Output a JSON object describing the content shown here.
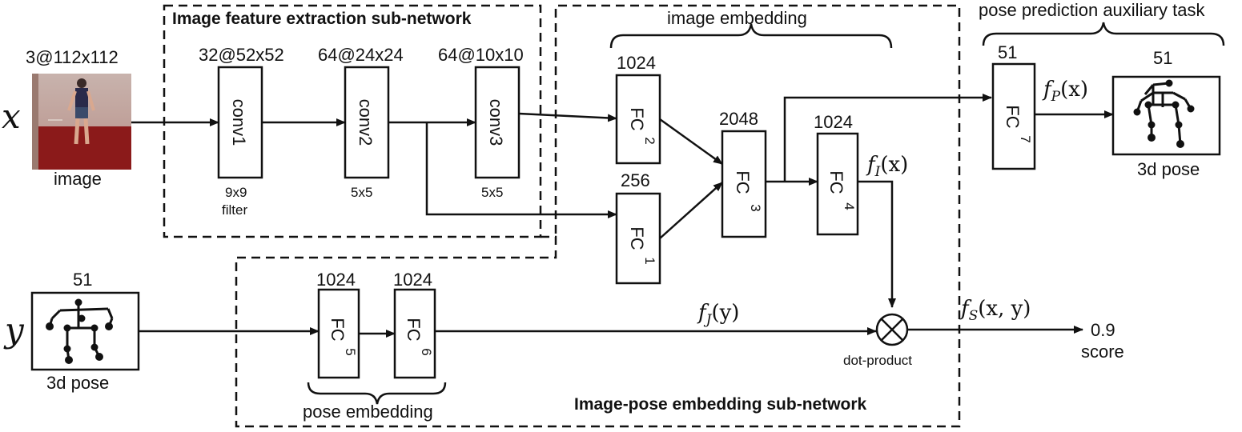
{
  "input": {
    "x_symbol": "x",
    "y_symbol": "y",
    "image_dims": "3@112x112",
    "image_caption": "image",
    "pose_dims": "51",
    "pose_caption": "3d pose"
  },
  "feature_net": {
    "title": "Image feature extraction sub-network",
    "layers": [
      {
        "dims": "32@52x52",
        "name": "conv1",
        "filter": "9x9",
        "filter_extra": "filter"
      },
      {
        "dims": "64@24x24",
        "name": "conv2",
        "filter": "5x5",
        "filter_extra": ""
      },
      {
        "dims": "64@10x10",
        "name": "conv3",
        "filter": "5x5",
        "filter_extra": ""
      }
    ]
  },
  "embedding_net": {
    "title": "Image-pose embedding sub-network",
    "image_embedding_label": "image embedding",
    "pose_embedding_label": "pose embedding",
    "fc_layers": [
      {
        "id": "fc2",
        "name": "FC",
        "sub": "2",
        "dims": "1024"
      },
      {
        "id": "fc1",
        "name": "FC",
        "sub": "1",
        "dims": "256"
      },
      {
        "id": "fc3",
        "name": "FC",
        "sub": "3",
        "dims": "2048"
      },
      {
        "id": "fc4",
        "name": "FC",
        "sub": "4",
        "dims": "1024"
      },
      {
        "id": "fc5",
        "name": "FC",
        "sub": "5",
        "dims": "1024"
      },
      {
        "id": "fc6",
        "name": "FC",
        "sub": "6",
        "dims": "1024"
      }
    ],
    "fi_label": "f",
    "fi_sub": "I",
    "fi_arg": "(x)",
    "fj_label": "f",
    "fj_sub": "J",
    "fj_arg": "(y)",
    "dot_product_label": "dot-product"
  },
  "aux_task": {
    "title": "pose prediction auxiliary task",
    "fc7": {
      "name": "FC",
      "sub": "7",
      "dims": "51"
    },
    "fp_label": "f",
    "fp_sub": "P",
    "fp_arg": "(x)",
    "pose_dims": "51",
    "pose_caption": "3d pose"
  },
  "output": {
    "fs_label": "f",
    "fs_sub": "S",
    "fs_arg": "(x, y)",
    "score_value": "0.9",
    "score_label": "score"
  },
  "colors": {
    "line": "#111111",
    "floor": "#8b1a1a",
    "wall": "#c9a59a"
  }
}
